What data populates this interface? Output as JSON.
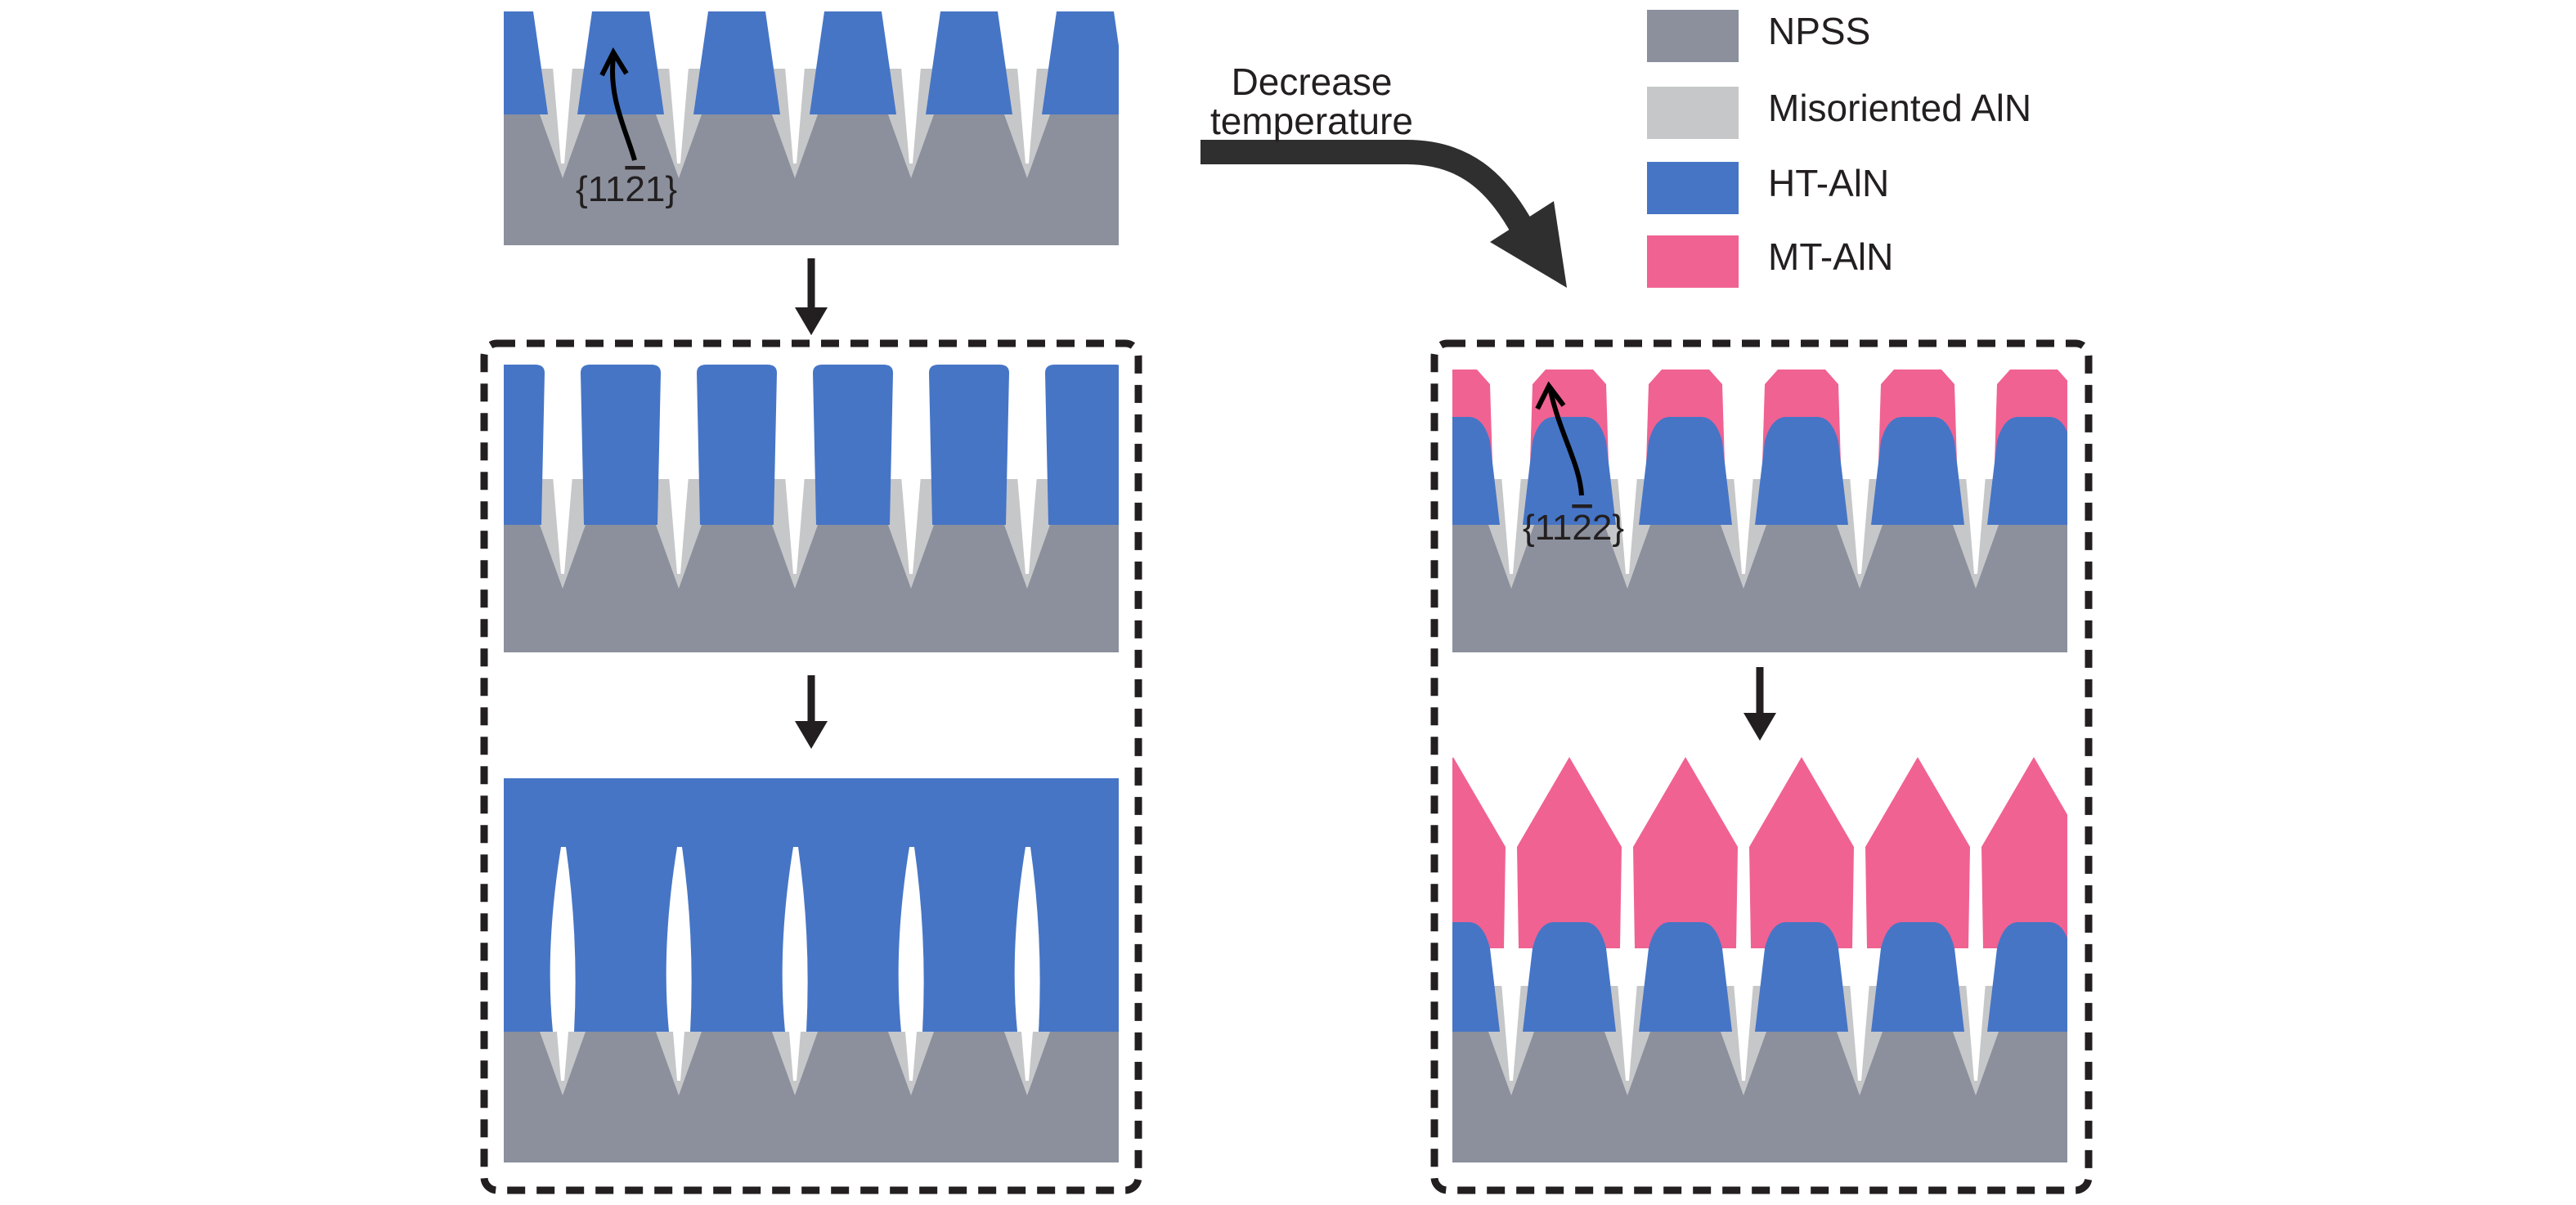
{
  "colors": {
    "npss": "#8b909c",
    "misoriented": "#c6c7c9",
    "ht": "#4675c6",
    "mt": "#f06292",
    "ink": "#231f20",
    "background": "#ffffff"
  },
  "legend": [
    {
      "key": "npss",
      "label": "NPSS"
    },
    {
      "key": "misoriented",
      "label": "Misoriented AlN"
    },
    {
      "key": "ht",
      "label": "HT-AlN"
    },
    {
      "key": "mt",
      "label": "MT-AlN"
    }
  ],
  "labels": {
    "decrease_line1": "Decrease",
    "decrease_line2": "temperature",
    "plane_top_pre": "{11",
    "plane_top_bar": "2",
    "plane_top_post": "1}",
    "plane_right_pre": "{11",
    "plane_right_bar": "2",
    "plane_right_post": "2}"
  },
  "icons": [
    "down-arrow-icon",
    "curved-arrow-icon",
    "facet-arrow-icon"
  ]
}
